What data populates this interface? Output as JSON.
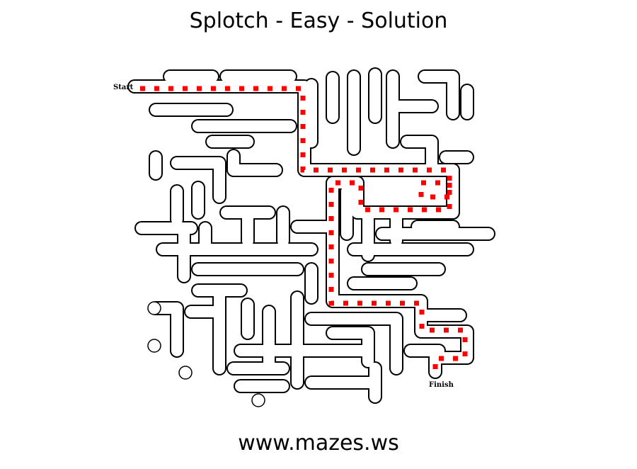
{
  "page": {
    "title": "Splotch - Easy - Solution",
    "footer": "www.mazes.ws"
  },
  "maze": {
    "style": "Splotch",
    "difficulty": "Easy",
    "start_label": "Start",
    "finish_label": "Finish",
    "wall_color": "#000000",
    "solution_color": "#ff0000",
    "background_color": "#ffffff"
  }
}
